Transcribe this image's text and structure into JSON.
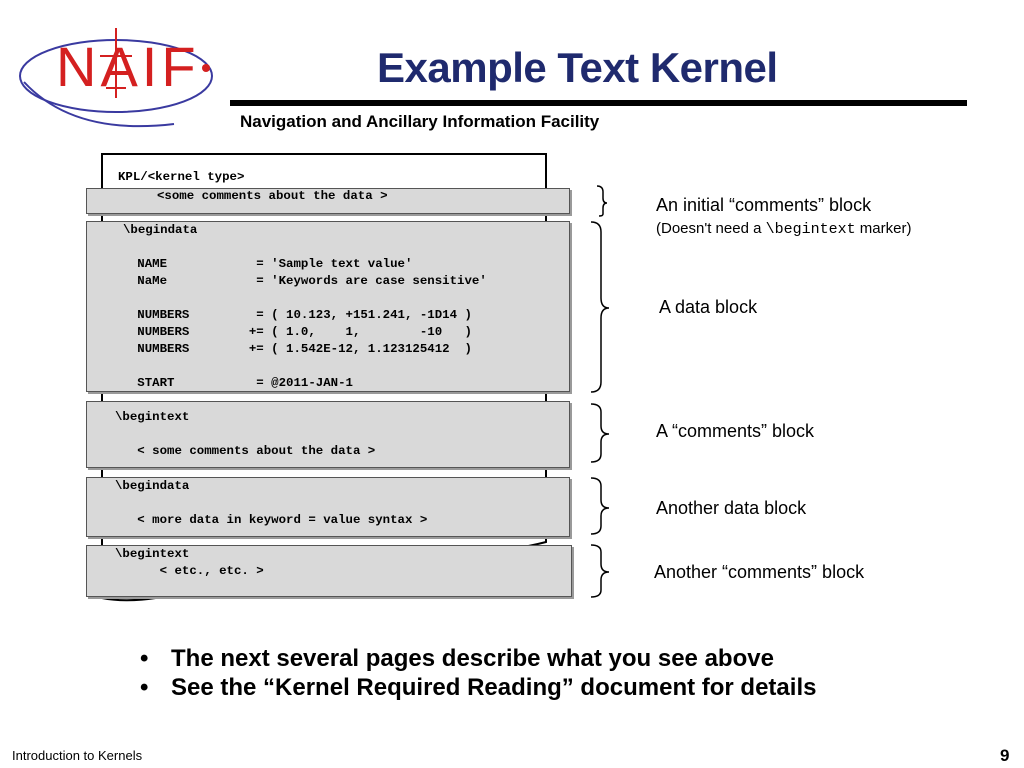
{
  "header": {
    "logo_text": "NAIF",
    "title": "Example Text Kernel",
    "subtitle": "Navigation and Ancillary Information Facility"
  },
  "kernel": {
    "kpl_line": "KPL/<kernel type>",
    "comment_line": "<some comments about the data >",
    "data_block_1": [
      "\\begindata",
      "",
      "   NAME            = 'Sample text value'",
      "   NaMe            = 'Keywords are case sensitive'",
      "",
      "   NUMBERS         = ( 10.123, +151.241, -1D14 )",
      "   NUMBERS        += ( 1.0,    1,        -10   )",
      "   NUMBERS        += ( 1.542E-12, 1.123125412  )",
      "",
      "   START           = @2011-JAN-1"
    ],
    "comments_block_1": [
      "\\begintext",
      "",
      "   < some comments about the data >"
    ],
    "data_block_2": [
      "\\begindata",
      "",
      "   < more data in keyword = value syntax >"
    ],
    "comments_block_2": [
      "\\begintext",
      "      < etc., etc. >"
    ]
  },
  "annotations": {
    "initial_comments": "An initial “comments” block",
    "initial_note_prefix": "(Doesn't need a ",
    "initial_note_code": "\\begintext",
    "initial_note_suffix": " marker)",
    "data_block": "A data block",
    "comments_block": "A “comments” block",
    "another_data_block": "Another data block",
    "another_comments_block": "Another “comments” block"
  },
  "bullets": [
    "The next several pages describe what you see above",
    "See the “Kernel Required Reading” document for details"
  ],
  "footer": {
    "left": "Introduction to Kernels",
    "page_number": "9"
  },
  "colors": {
    "logo_red": "#d42020",
    "title_blue": "#1f2a6e",
    "orbit_blue": "#3a3aa0",
    "code_bg": "#d9d9d9"
  }
}
